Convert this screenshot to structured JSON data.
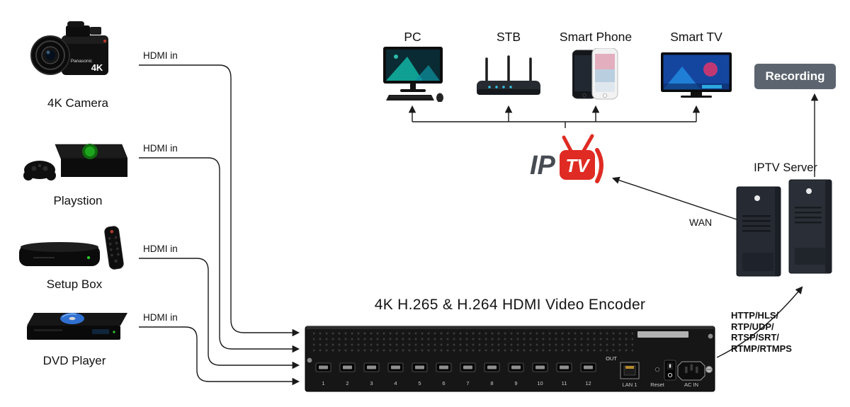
{
  "title": "4K H.265 & H.264 HDMI Video Encoder",
  "sources": [
    {
      "name": "4K Camera",
      "port": "HDMI in",
      "badge": "4K",
      "brand": "Panasonic"
    },
    {
      "name": "Playstion",
      "port": "HDMI in"
    },
    {
      "name": "Setup Box",
      "port": "HDMI in"
    },
    {
      "name": "DVD Player",
      "port": "HDMI in"
    }
  ],
  "clients": [
    {
      "name": "PC"
    },
    {
      "name": "STB"
    },
    {
      "name": "Smart Phone"
    },
    {
      "name": "Smart TV"
    }
  ],
  "logo": {
    "ip": "IP",
    "tv": "TV"
  },
  "recording": {
    "label": "Recording"
  },
  "server": {
    "label": "IPTV Server"
  },
  "wan_label": "WAN",
  "protocols": [
    "HTTP/HLS/",
    "RTP/UDP/",
    "RTSP/SRT/",
    "RTMP/RTMPS"
  ],
  "encoder": {
    "ports": [
      "1",
      "2",
      "3",
      "4",
      "5",
      "6",
      "7",
      "8",
      "9",
      "10",
      "11",
      "12"
    ],
    "out_label": "OUT",
    "lan_label": "LAN 1",
    "reset_label": "Reset",
    "ac_label": "AC IN"
  },
  "colors": {
    "accent_red": "#df2b23",
    "recording_bg": "#5c656f"
  }
}
